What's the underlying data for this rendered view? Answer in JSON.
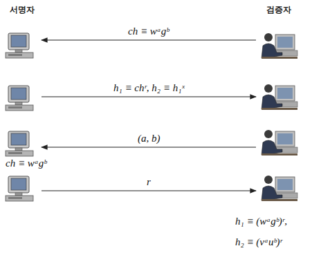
{
  "diagram": {
    "nodes": [
      {
        "text": [
          "서명자"
        ]
      },
      {
        "text": [
          "검증자"
        ]
      }
    ],
    "edges": [
      {
        "from": 1,
        "to": 0,
        "arrow": "to",
        "label": "ch ≡ wᵃgᵇ"
      },
      {
        "from": 0,
        "to": 1,
        "arrow": "to",
        "label": "h₁ ≡ chʳ,  h₂ ≡ h₁ˣ"
      },
      {
        "from": 1,
        "to": 0,
        "arrow": "to",
        "label": "(a,  b)"
      },
      {
        "from": 0,
        "to": 1,
        "arrow": "to",
        "label": "r"
      }
    ],
    "labels": [
      "ch ≡ wᵃgᵇ",
      "h₁ ≡ (wᵃgᵇ)ʳ,",
      "h₂ ≡ (vᵃuᵇ)ʳ"
    ]
  }
}
